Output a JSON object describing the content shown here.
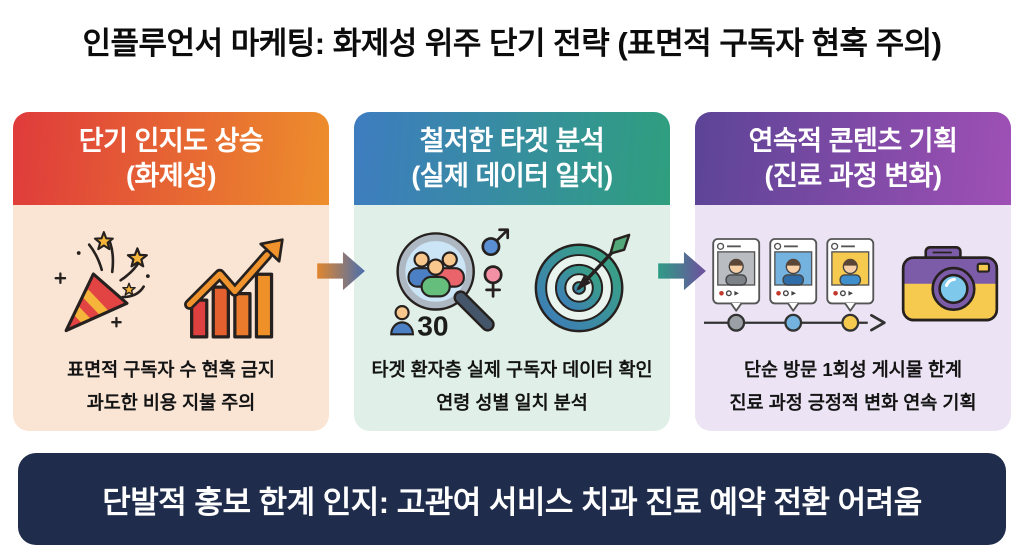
{
  "title": "인플루언서 마케팅: 화제성 위주 단기 전략 (표면적 구독자 현혹 주의)",
  "cards": [
    {
      "header_line1": "단기 인지도 상승",
      "header_line2": "(화제성)",
      "body_line1": "표면적 구독자 수 현혹 금지",
      "body_line2": "과도한 비용 지불 주의",
      "icons": [
        "party-popper-icon",
        "growth-chart-icon"
      ],
      "header_gradient_from": "#DF3B3B",
      "header_gradient_to": "#ED8E2C",
      "body_bg": "#FAE5D5"
    },
    {
      "header_line1": "철저한 타겟 분석",
      "header_line2": "(실제 데이터 일치)",
      "body_line1": "타겟 환자층 실제 구독자 데이터 확인",
      "body_line2": "연령 성별 일치 분석",
      "icons": [
        "audience-magnifier-icon",
        "male-symbol-icon",
        "female-symbol-icon",
        "age-person-icon",
        "target-dart-icon"
      ],
      "age_label": "30",
      "header_gradient_from": "#3E7CC0",
      "header_gradient_to": "#2F9F7E",
      "body_bg": "#E0F0E8"
    },
    {
      "header_line1": "연속적 콘텐츠 기획",
      "header_line2": "(진료 과정 변화)",
      "body_line1": "단순 방문 1회성 게시물 한계",
      "body_line2": "진료 과정 긍정적 변화 연속 기획",
      "icons": [
        "posts-timeline-icon",
        "camera-icon"
      ],
      "header_gradient_from": "#5C4496",
      "header_gradient_to": "#9F50B5",
      "body_bg": "#ECE4F4"
    }
  ],
  "flow_arrows": [
    {
      "name": "flow-arrow-1",
      "gradient_from": "#E0862F",
      "gradient_to": "#4A6FAE"
    },
    {
      "name": "flow-arrow-2",
      "gradient_from": "#2E9C86",
      "gradient_to": "#6F4E9E"
    }
  ],
  "banner": {
    "text": "단발적 홍보 한계 인지: 고관여 서비스 치과 진료 예약 전환 어려움",
    "bg": "#1F2C4C"
  }
}
